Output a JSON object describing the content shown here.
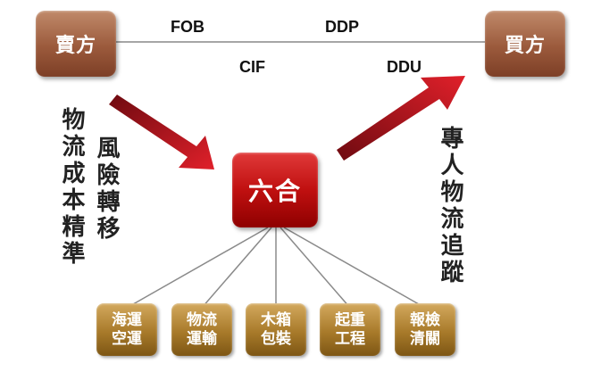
{
  "parties": {
    "seller": "賣方",
    "buyer": "買方"
  },
  "hub": "六合",
  "terms": {
    "fob": "FOB",
    "ddp": "DDP",
    "cif": "CIF",
    "ddu": "DDU"
  },
  "left_texts": {
    "outer": "物流成本精準",
    "inner": "風險轉移"
  },
  "right_text": "專人物流追蹤",
  "services": [
    {
      "line1": "海運",
      "line2": "空運"
    },
    {
      "line1": "物流",
      "line2": "運輸"
    },
    {
      "line1": "木箱",
      "line2": "包裝"
    },
    {
      "line1": "起重",
      "line2": "工程"
    },
    {
      "line1": "報檢",
      "line2": "清關"
    }
  ],
  "colors": {
    "party": "#9b5a3c",
    "hub": "#c01010",
    "service": "#a87a2a",
    "arrow": "#c4161c"
  }
}
